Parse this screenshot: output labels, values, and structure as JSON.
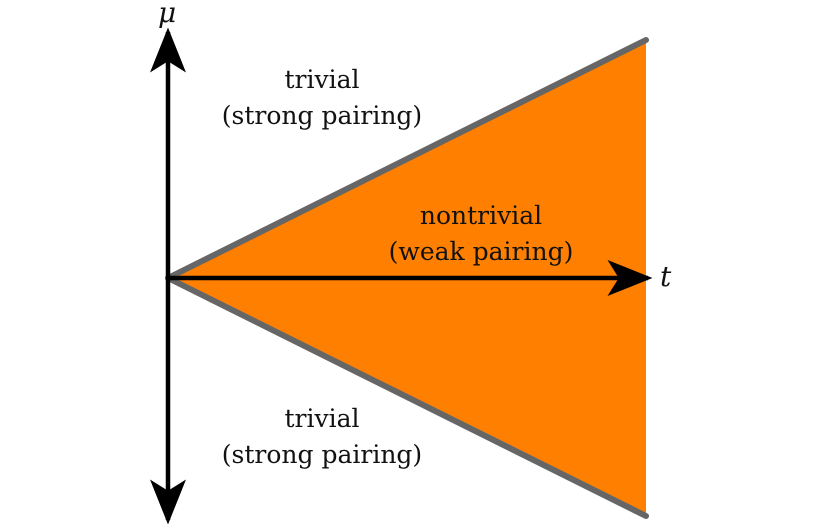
{
  "axes": {
    "vertical_label": "μ",
    "horizontal_label": "t"
  },
  "regions": {
    "top": {
      "line1": "trivial",
      "line2": "(strong pairing)"
    },
    "middle": {
      "line1": "nontrivial",
      "line2": "(weak pairing)"
    },
    "bottom": {
      "line1": "trivial",
      "line2": "(strong pairing)"
    }
  },
  "colors": {
    "nontrivial_fill": "#FF8000",
    "boundary": "#666666",
    "axis": "#000000"
  }
}
